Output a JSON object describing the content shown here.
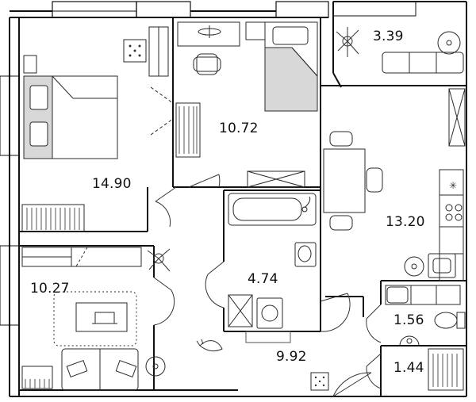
{
  "floorplan": {
    "colors": {
      "wall": "#111111",
      "line": "#2a2a2a",
      "fill_bed": "#d8d8d8"
    },
    "rooms": [
      {
        "id": "bedroom",
        "area": "14.90"
      },
      {
        "id": "room",
        "area": "10.72"
      },
      {
        "id": "balcony",
        "area": "3.39"
      },
      {
        "id": "kitchen",
        "area": "13.20"
      },
      {
        "id": "living",
        "area": "10.27"
      },
      {
        "id": "bathroom",
        "area": "4.74"
      },
      {
        "id": "hallway",
        "area": "9.92"
      },
      {
        "id": "toilet",
        "area": "1.56"
      },
      {
        "id": "closet",
        "area": "1.44"
      }
    ]
  }
}
